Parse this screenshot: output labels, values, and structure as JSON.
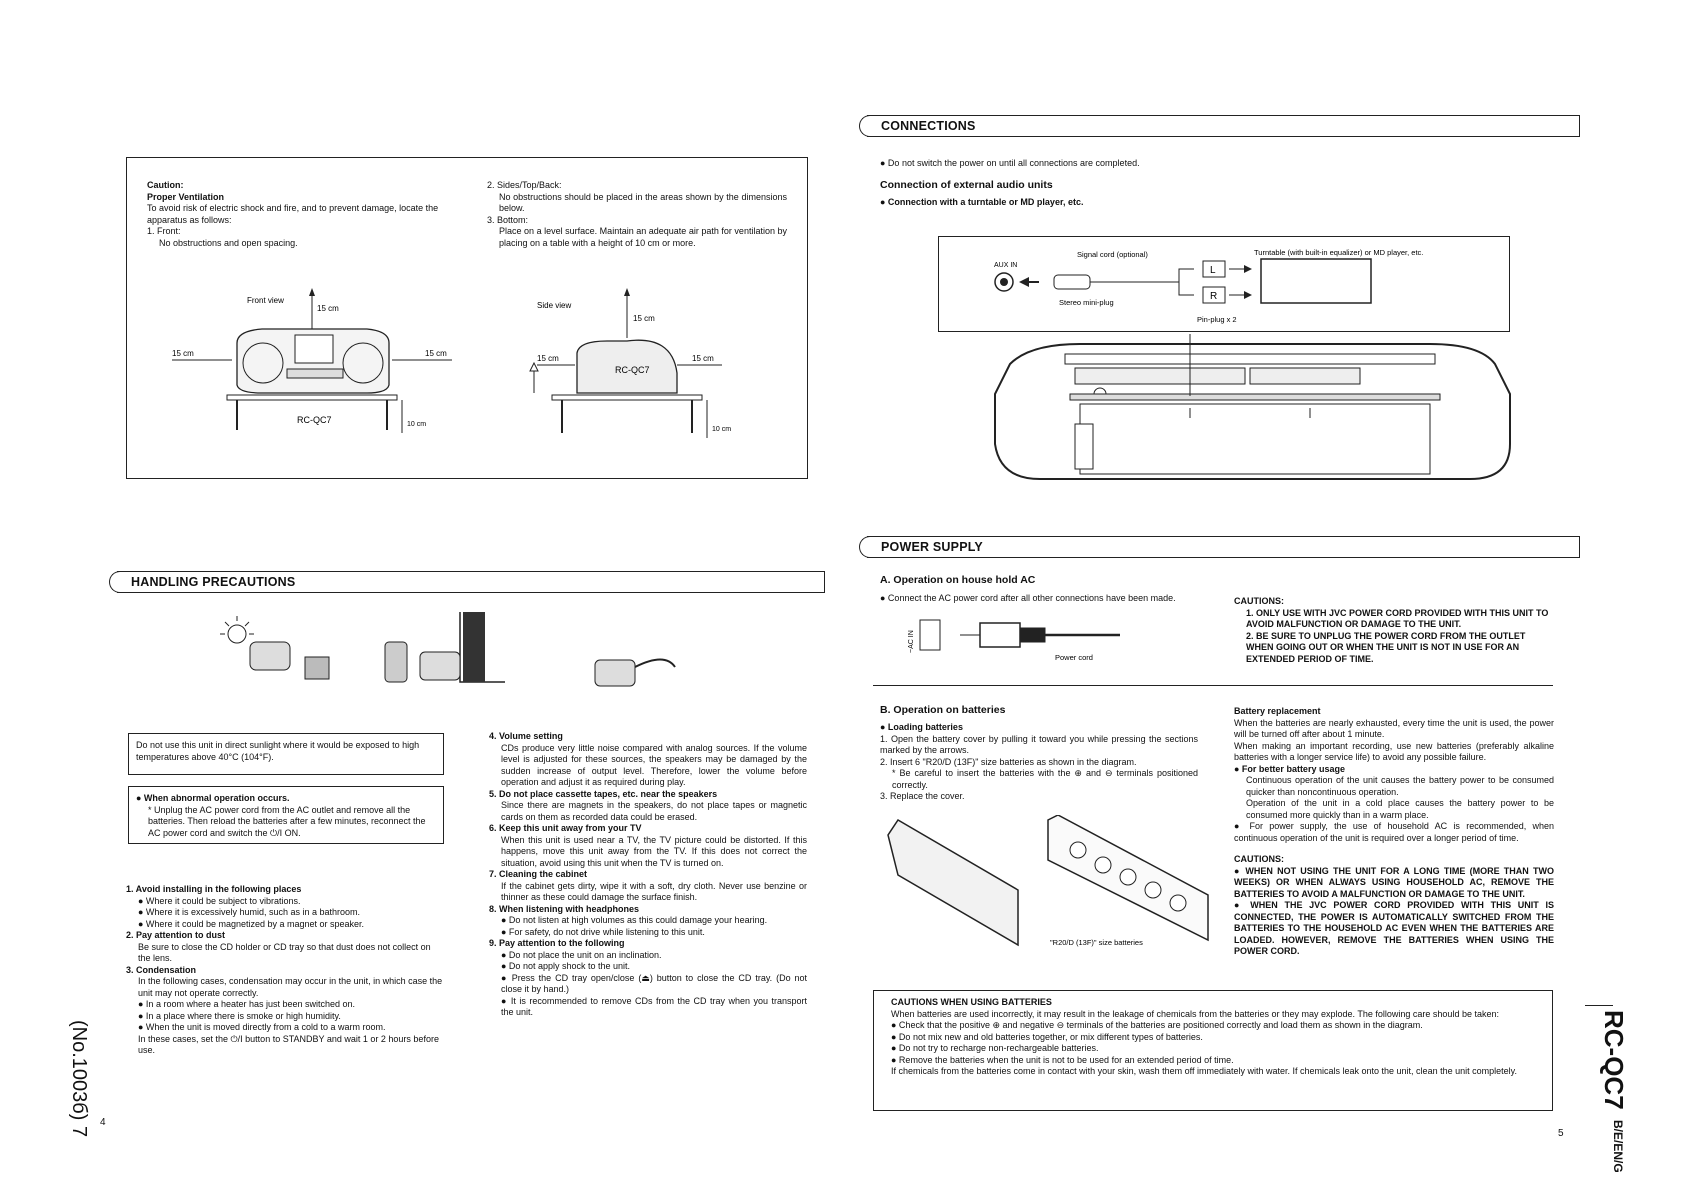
{
  "ventilation": {
    "caution": "Caution:",
    "heading": "Proper Ventilation",
    "intro": "To avoid risk of electric shock and fire, and to prevent damage, locate the apparatus as follows:",
    "front_label": "1. Front:",
    "front_text": "No obstructions and open spacing.",
    "sides_label": "2. Sides/Top/Back:",
    "sides_text": "No obstructions should be placed in the areas shown by the dimensions below.",
    "bottom_label": "3. Bottom:",
    "bottom_text": "Place on a level surface. Maintain an adequate air path for ventilation by placing on a table with a height of 10 cm or more.",
    "front_view": "Front view",
    "side_view": "Side view",
    "model": "RC-QC7",
    "dim_15": "15 cm",
    "dim_10": "10 cm"
  },
  "handling": {
    "title": "HANDLING PRECAUTIONS",
    "sunlight_box": "Do not use this unit in direct sunlight where it would be exposed to high temperatures above 40°C (104°F).",
    "abnormal_title": "● When abnormal operation occurs.",
    "abnormal_text": "* Unplug the AC power cord from the AC outlet and remove all the batteries. Then reload the batteries after a few minutes, reconnect the AC power cord and switch the ⏻/I ON.",
    "items_left": [
      {
        "title": "1. Avoid installing in the following places",
        "lines": [
          "● Where it could be subject to vibrations.",
          "● Where it is excessively humid, such as in a bathroom.",
          "● Where it could be magnetized by a magnet or speaker."
        ]
      },
      {
        "title": "2. Pay attention to dust",
        "lines": [
          "Be sure to close the CD holder or CD tray so that dust does not collect on the lens."
        ]
      },
      {
        "title": "3. Condensation",
        "lines": [
          "In the following cases, condensation may occur in the unit, in which case the unit may not operate correctly.",
          "● In a room where a heater has just been switched on.",
          "● In a place where there is smoke or high humidity.",
          "● When the unit is moved directly from a cold to a warm room.",
          "In these cases, set the ⏻/I button to STANDBY and wait 1 or 2 hours before use."
        ]
      }
    ],
    "items_right": [
      {
        "title": "4. Volume setting",
        "lines": [
          "CDs produce very little noise compared with analog sources. If the volume level is adjusted for these sources, the speakers may be damaged by the sudden increase of output level. Therefore, lower the volume before operation and adjust it as required during play."
        ]
      },
      {
        "title": "5. Do not place cassette tapes, etc. near the speakers",
        "lines": [
          "Since there are magnets in the speakers, do not place tapes or magnetic cards on them as recorded data could be erased."
        ]
      },
      {
        "title": "6. Keep this unit away from your TV",
        "lines": [
          "When this unit is used near a TV, the TV picture could be distorted. If this happens, move this unit away from the TV. If this does not correct the situation, avoid using this unit when the TV is turned on."
        ]
      },
      {
        "title": "7. Cleaning the cabinet",
        "lines": [
          "If the cabinet gets dirty, wipe it with a soft, dry cloth. Never use benzine or thinner as these could damage the surface finish."
        ]
      },
      {
        "title": "8. When listening with headphones",
        "lines": [
          "● Do not listen at high volumes as this could damage your hearing.",
          "● For safety, do not drive while listening to this unit."
        ]
      },
      {
        "title": "9. Pay attention to the following",
        "lines": [
          "● Do not place the unit on an inclination.",
          "● Do not apply shock to the unit.",
          "● Press the CD tray open/close (⏏) button to close the CD tray. (Do not close it by hand.)",
          "● It is recommended to remove CDs from the CD tray when you transport the unit."
        ]
      }
    ]
  },
  "connections": {
    "title": "CONNECTIONS",
    "note": "● Do not switch the power on until all connections are completed.",
    "subhead": "Connection of external audio units",
    "bullet": "● Connection with a turntable or MD player, etc.",
    "aux_in": "AUX IN",
    "signal_cord": "Signal cord (optional)",
    "stereo_plug": "Stereo mini-plug",
    "pin_plug": "Pin-plug x 2",
    "turntable": "Turntable (with built-in equalizer) or MD player, etc.",
    "l": "L",
    "r": "R"
  },
  "power": {
    "title": "POWER SUPPLY",
    "ac_head": "A. Operation on house hold AC",
    "ac_bullet": "● Connect the AC power cord after all other connections have been made.",
    "ac_in": "~AC IN",
    "power_cord": "Power cord",
    "cautions_title": "CAUTIONS:",
    "cautions": [
      "1. ONLY USE WITH JVC POWER CORD PROVIDED WITH THIS UNIT TO AVOID MALFUNCTION OR DAMAGE TO THE UNIT.",
      "2. BE SURE TO UNPLUG THE POWER CORD FROM THE OUTLET WHEN GOING OUT OR WHEN THE UNIT IS NOT IN USE FOR AN EXTENDED PERIOD OF TIME."
    ],
    "bat_head": "B. Operation on batteries",
    "loading_title": "● Loading batteries",
    "loading_lines": [
      "1. Open the battery cover by pulling it toward you while pressing the sections marked by the arrows.",
      "2. Insert 6 \"R20/D (13F)\" size batteries as shown in the diagram.",
      "* Be careful to insert the batteries with the ⊕ and ⊖ terminals positioned correctly.",
      "3. Replace the cover."
    ],
    "bat_size_label": "\"R20/D (13F)\" size batteries",
    "replace_title": "Battery replacement",
    "replace_lines": [
      "When the batteries are nearly exhausted, every time the unit is used, the power will be turned off after about 1 minute.",
      "When making an important recording, use new batteries (preferably alkaline batteries with a longer service life) to avoid any possible failure."
    ],
    "better_title": "● For better battery usage",
    "better_lines": [
      "Continuous operation of the unit causes the battery power to be consumed quicker than noncontinuous operation.",
      "Operation of the unit in a cold place causes the battery power to be consumed more quickly than in a warm place.",
      "● For power supply, the use of household AC is recommended, when continuous operation of the unit is required over a longer period of time."
    ],
    "cautions2_title": "CAUTIONS:",
    "cautions2": [
      "● WHEN NOT USING THE UNIT FOR A LONG TIME (MORE THAN TWO WEEKS) OR WHEN ALWAYS USING HOUSEHOLD AC, REMOVE THE BATTERIES TO AVOID A MALFUNCTION OR DAMAGE TO THE UNIT.",
      "● WHEN THE JVC POWER CORD PROVIDED WITH THIS UNIT IS CONNECTED, THE POWER IS AUTOMATICALLY SWITCHED FROM THE BATTERIES TO THE HOUSEHOLD AC EVEN WHEN THE BATTERIES ARE LOADED. HOWEVER, REMOVE THE BATTERIES WHEN USING THE POWER CORD."
    ],
    "bat_cautions_title": "CAUTIONS WHEN USING BATTERIES",
    "bat_cautions_intro": "When batteries are used incorrectly, it may result in the leakage of chemicals from the batteries or they may explode. The following care should be taken:",
    "bat_cautions": [
      "● Check that the positive ⊕ and negative ⊖ terminals of the batteries are positioned correctly and load them as shown in the diagram.",
      "● Do not mix new and old batteries together, or mix different types of batteries.",
      "● Do not try to recharge non-rechargeable batteries.",
      "● Remove the batteries when the unit is not to be used for an extended period of time.",
      "If chemicals from the batteries come in contact with your skin, wash them off immediately with water. If chemicals leak onto the unit, clean the unit completely."
    ]
  },
  "footer": {
    "page_left": "4",
    "page_right": "5",
    "doc_no": "(No.1003б) 7",
    "model": "RC-QC7",
    "variant": "B/E/EN/G"
  }
}
